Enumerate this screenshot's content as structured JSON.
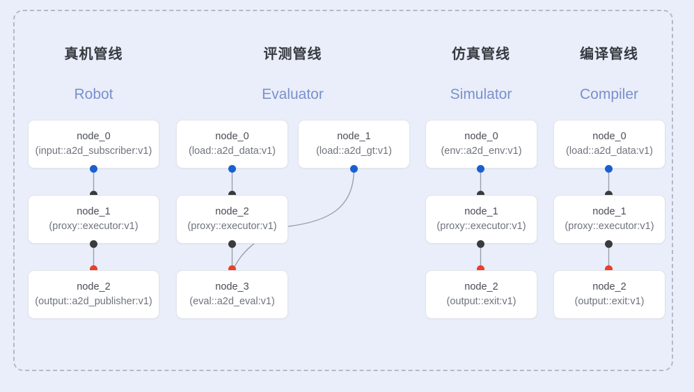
{
  "diagram": {
    "frame_label": "pipeline-group-frame",
    "background_color": "#e9eefa",
    "accent_color": "#7a90cc",
    "port_colors": {
      "output": "#1a5fd0",
      "input_dark": "#3b3b3d",
      "input_red": "#ea402a"
    }
  },
  "columns": [
    {
      "id": "robot",
      "title_cn": "真机管线",
      "title_en": "Robot",
      "nodes": [
        {
          "name": "node_0",
          "type": "(input::a2d_subscriber:v1)"
        },
        {
          "name": "node_1",
          "type": "(proxy::executor:v1)"
        },
        {
          "name": "node_2",
          "type": "(output::a2d_publisher:v1)"
        }
      ]
    },
    {
      "id": "evaluator",
      "title_cn": "评测管线",
      "title_en": "Evaluator",
      "nodes": [
        {
          "name": "node_0",
          "type": "(load::a2d_data:v1)"
        },
        {
          "name": "node_1",
          "type": "(load::a2d_gt:v1)"
        },
        {
          "name": "node_2",
          "type": "(proxy::executor:v1)"
        },
        {
          "name": "node_3",
          "type": "(eval::a2d_eval:v1)"
        }
      ]
    },
    {
      "id": "simulator",
      "title_cn": "仿真管线",
      "title_en": "Simulator",
      "nodes": [
        {
          "name": "node_0",
          "type": "(env::a2d_env:v1)"
        },
        {
          "name": "node_1",
          "type": "(proxy::executor:v1)"
        },
        {
          "name": "node_2",
          "type": "(output::exit:v1)"
        }
      ]
    },
    {
      "id": "compiler",
      "title_cn": "编译管线",
      "title_en": "Compiler",
      "nodes": [
        {
          "name": "node_0",
          "type": "(load::a2d_data:v1)"
        },
        {
          "name": "node_1",
          "type": "(proxy::executor:v1)"
        },
        {
          "name": "node_2",
          "type": "(output::exit:v1)"
        }
      ]
    }
  ]
}
